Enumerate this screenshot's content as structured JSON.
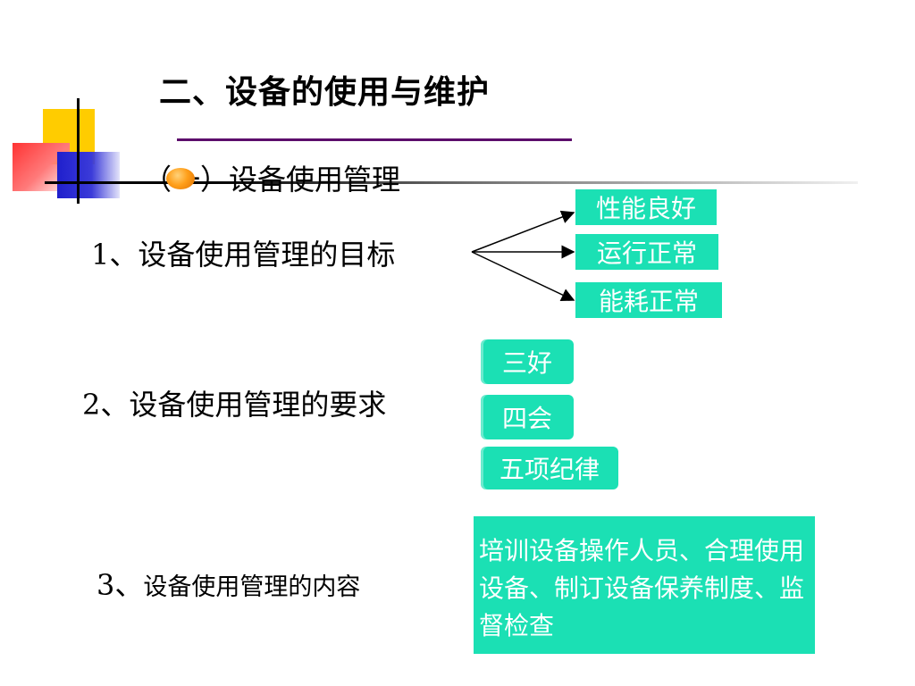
{
  "slide": {
    "title": "二、设备的使用与维护",
    "subtitle": "（一）设备使用管理",
    "item1": "1、设备使用管理的目标",
    "item2": "2、设备使用管理的要求",
    "item3_num": "3、",
    "item3_text": "设备使用管理的内容",
    "targets": [
      "性能良好",
      "运行正常",
      "能耗正常"
    ],
    "requirements": [
      "三好",
      "四会",
      "五项纪律"
    ],
    "content": "培训设备操作人员、合理使用设备、制订设备保养制度、监督检查"
  },
  "colors": {
    "accent_green": "#1be0b4",
    "underline_purple": "#5c0d6b",
    "deco_yellow": "#ffcc00",
    "deco_red": "#ff3333",
    "deco_blue": "#1f1fcc"
  }
}
